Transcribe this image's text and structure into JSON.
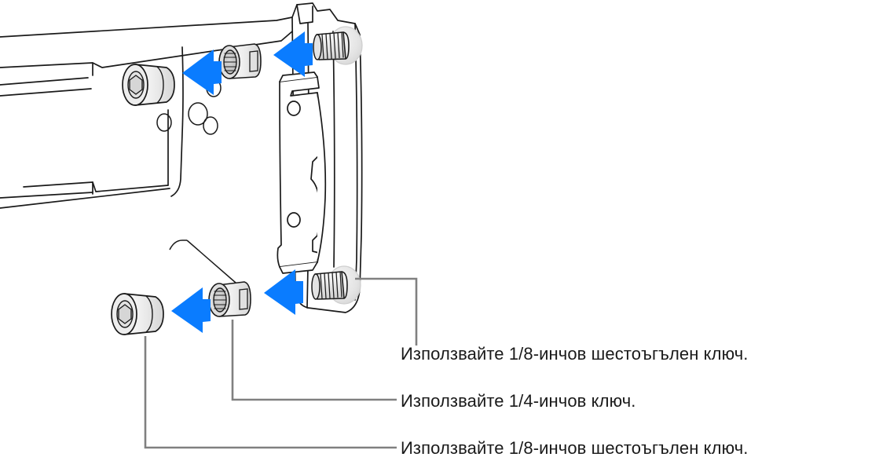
{
  "figure": {
    "kind": "exploded-assembly-line-art",
    "subject": "Rack rail bracket with threaded studs, nuts and hex socket screws",
    "background_color": "#ffffff",
    "line_color": "#1a1a1a",
    "arrow_color": "#0a7cff",
    "leader_color": "#808080",
    "metal_fill": "#ececec",
    "metal_shadow": "#d2d2d2",
    "washer_fill": "#e6e6e6"
  },
  "callouts": [
    {
      "id": "upper-stud",
      "text": "Използвайте 1/8-инчов шестоъгълен ключ.",
      "tool": "1/8-инчов шестоъгълен ключ",
      "targets": "threaded stud on bracket"
    },
    {
      "id": "nut",
      "text": "Използвайте 1/4-инчов ключ.",
      "tool": "1/4-инчов ключ",
      "targets": "threaded nut"
    },
    {
      "id": "socket-screw",
      "text": "Използвайте 1/8-инчов шестоъгълен ключ.",
      "tool": "1/8-инчов шестоъгълен ключ",
      "targets": "hex socket cap screw"
    }
  ],
  "parts": [
    {
      "id": "rail",
      "label": "rail assembly"
    },
    {
      "id": "bracket",
      "label": "mounting bracket plate"
    },
    {
      "id": "stud-top",
      "label": "threaded stud (top)"
    },
    {
      "id": "stud-bottom",
      "label": "threaded stud (bottom)"
    },
    {
      "id": "nut-top",
      "label": "threaded nut (top)"
    },
    {
      "id": "nut-bottom",
      "label": "threaded nut (bottom)"
    },
    {
      "id": "screw-top",
      "label": "hex socket cap screw (top)"
    },
    {
      "id": "screw-bottom",
      "label": "hex socket cap screw (bottom)"
    }
  ],
  "arrows": [
    {
      "id": "arrow-top-right",
      "direction": "left"
    },
    {
      "id": "arrow-top-left",
      "direction": "left"
    },
    {
      "id": "arrow-bottom-right",
      "direction": "left"
    },
    {
      "id": "arrow-bottom-left",
      "direction": "left"
    }
  ]
}
